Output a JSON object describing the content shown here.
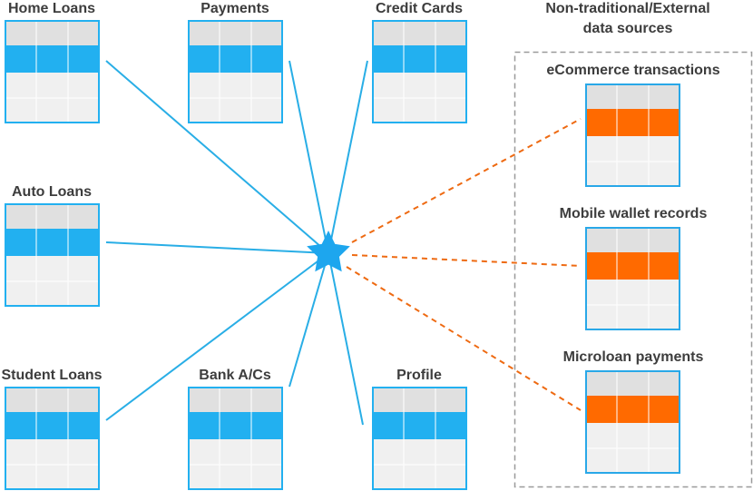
{
  "colors": {
    "internal_accent": "#22b0f0",
    "internal_border": "#22b0f0",
    "external_accent": "#ff6a00",
    "external_border": "#29a8e8",
    "table_header": "#e0e0e0",
    "table_body": "#f0f0f0",
    "cell_divider": "#ffffff",
    "connector_internal": "#29aee6",
    "connector_external": "#ee6a12",
    "hub_star": "#1da6ee",
    "dashed_group_border": "#9a9a9a",
    "label_text": "#3d3d3d"
  },
  "hub": {
    "name": "central-hub",
    "icon": "star-icon"
  },
  "internal_sources": [
    {
      "id": "home-loans",
      "label": "Home Loans"
    },
    {
      "id": "payments",
      "label": "Payments"
    },
    {
      "id": "credit-cards",
      "label": "Credit Cards"
    },
    {
      "id": "auto-loans",
      "label": "Auto Loans"
    },
    {
      "id": "student-loans",
      "label": "Student Loans"
    },
    {
      "id": "bank-acs",
      "label": "Bank A/Cs"
    },
    {
      "id": "profile",
      "label": "Profile"
    }
  ],
  "external_group": {
    "title_line1": "Non-traditional/External",
    "title_line2": "data sources",
    "sources": [
      {
        "id": "ecommerce-transactions",
        "label": "eCommerce transactions"
      },
      {
        "id": "mobile-wallet-records",
        "label": "Mobile wallet records"
      },
      {
        "id": "microloan-payments",
        "label": "Microloan payments"
      }
    ]
  }
}
